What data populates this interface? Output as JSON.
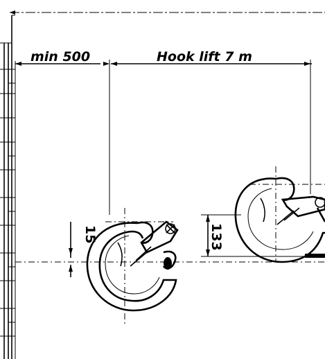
{
  "dimensions": {
    "min_distance_label": "min 500",
    "hook_lift_label": "Hook lift 7 m",
    "hook_offset_left_label": "15",
    "hook_offset_right_label": "133"
  }
}
